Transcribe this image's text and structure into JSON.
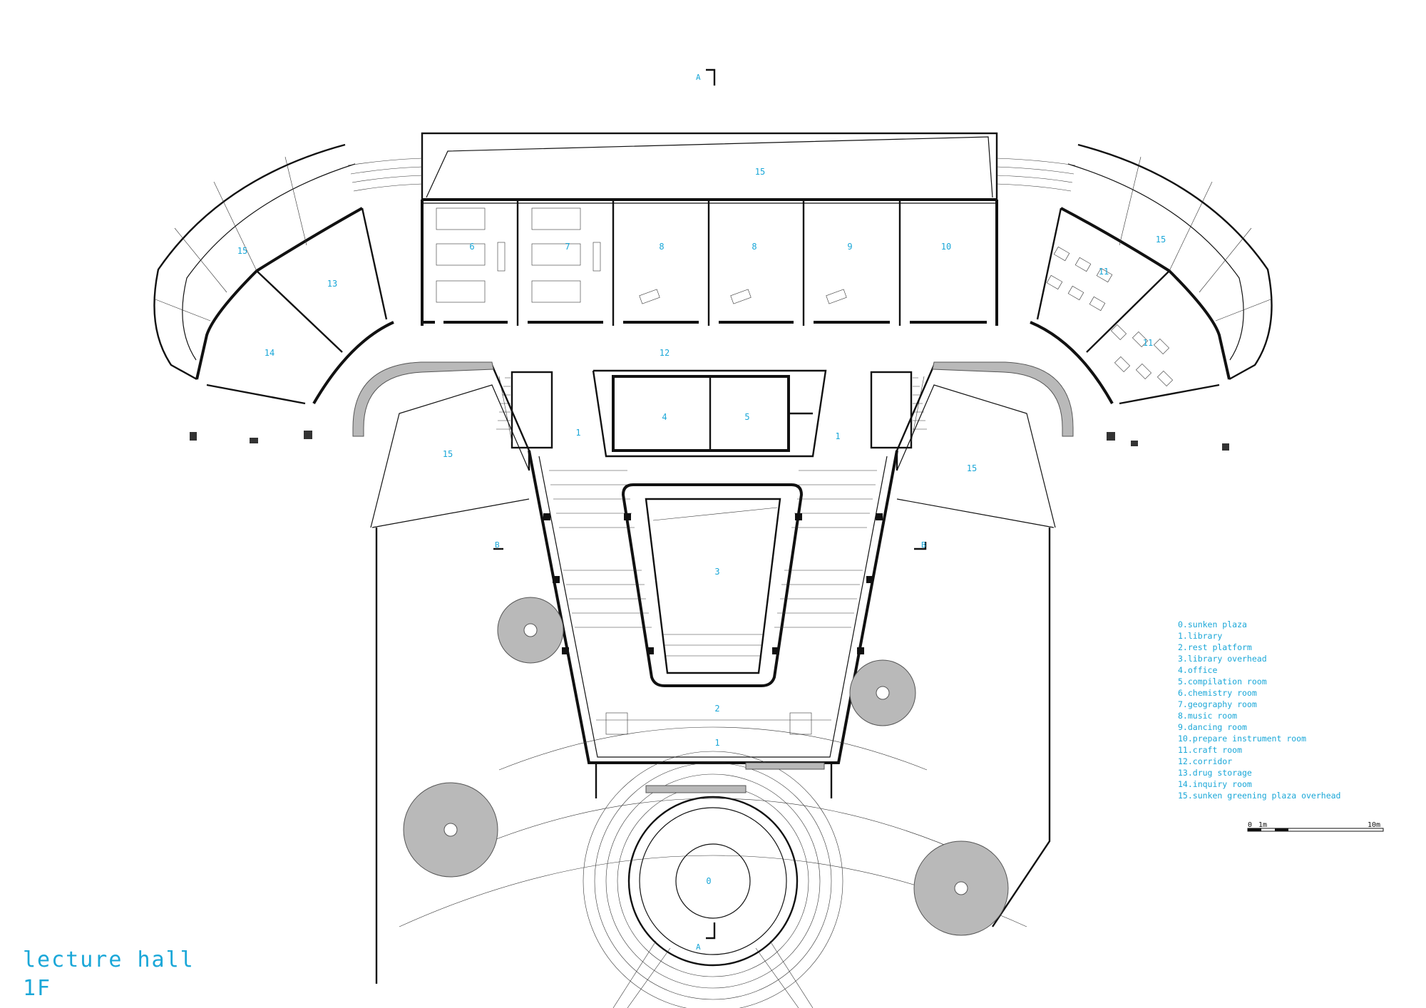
{
  "drawing": {
    "title": "lecture hall",
    "floor": "1F"
  },
  "section_marks": {
    "a_top": "A",
    "a_bottom": "A",
    "b_left": "B",
    "b_right": "B"
  },
  "room_labels": {
    "r15_top": "15",
    "r15_left_wing": "15",
    "r15_right_wing": "15",
    "r15_left_mid": "15",
    "r15_right_mid": "15",
    "r13": "13",
    "r14": "14",
    "r6": "6",
    "r7": "7",
    "r8a": "8",
    "r8b": "8",
    "r9": "9",
    "r10": "10",
    "r11a": "11",
    "r11b": "11",
    "r12": "12",
    "r4": "4",
    "r5": "5",
    "r1_left": "1",
    "r1_right": "1",
    "r3": "3",
    "r2": "2",
    "r1_center": "1",
    "r0": "0"
  },
  "legend": [
    "0.sunken plaza",
    "1.library",
    "2.rest platform",
    "3.library overhead",
    "4.office",
    "5.compilation room",
    "6.chemistry room",
    "7.geography room",
    "8.music room",
    "9.dancing room",
    "10.prepare instrument room",
    "11.craft room",
    "12.corridor",
    "13.drug storage",
    "14.inquiry room",
    "15.sunken greening plaza overhead"
  ],
  "scale_bar": {
    "zero": "0",
    "one": "1m",
    "ten": "10m"
  },
  "colors": {
    "annotation": "#1aa7d8",
    "line": "#111111",
    "hatch_fill": "#b9b9b9"
  }
}
